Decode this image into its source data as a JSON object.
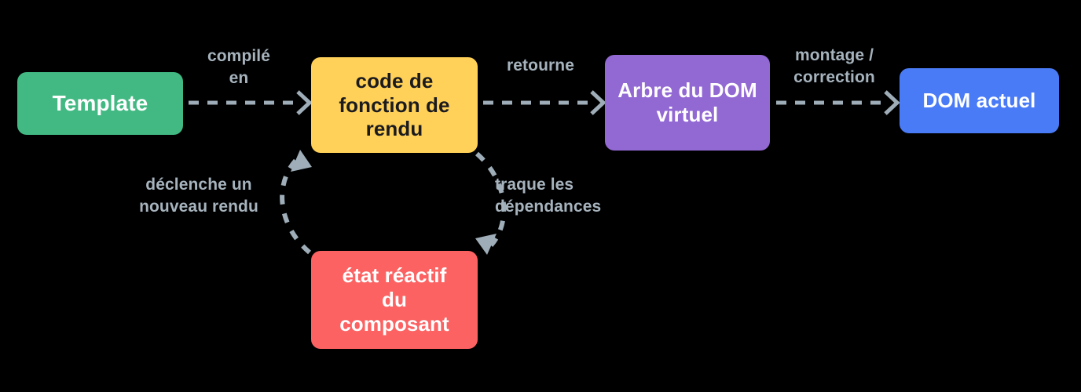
{
  "diagram": {
    "title": "Rendu reactif Vue : Template vers DOM actuel",
    "background_color": "#000000",
    "arrow_color": "#9eadb8",
    "label_color": "#a6b3bd",
    "nodes": [
      {
        "id": "template",
        "label": "Template",
        "color": "#42b983",
        "text_color": "#ffffff"
      },
      {
        "id": "render_fn",
        "label": "code de\nfonction de\nrendu",
        "color": "#ffd159",
        "text_color": "#1b1b1f"
      },
      {
        "id": "vdom",
        "label": "Arbre du DOM\nvirtuel",
        "color": "#9268d3",
        "text_color": "#ffffff"
      },
      {
        "id": "dom",
        "label": "DOM actuel",
        "color": "#4a7bf7",
        "text_color": "#ffffff"
      },
      {
        "id": "state",
        "label": "état réactif\ndu\ncomposant",
        "color": "#fc6262",
        "text_color": "#ffffff"
      }
    ],
    "edges": [
      {
        "id": "compile",
        "from": "template",
        "to": "render_fn",
        "label": "compilé\nen",
        "style": "dashed-straight"
      },
      {
        "id": "returns",
        "from": "render_fn",
        "to": "vdom",
        "label": "retourne",
        "style": "dashed-straight"
      },
      {
        "id": "patch",
        "from": "vdom",
        "to": "dom",
        "label": "montage /\ncorrection",
        "style": "dashed-straight"
      },
      {
        "id": "track",
        "from": "render_fn",
        "to": "state",
        "label": "traque les\ndépendances",
        "style": "dashed-curved"
      },
      {
        "id": "trigger",
        "from": "state",
        "to": "render_fn",
        "label": "déclenche un\nnouveau rendu",
        "style": "dashed-curved"
      }
    ]
  }
}
